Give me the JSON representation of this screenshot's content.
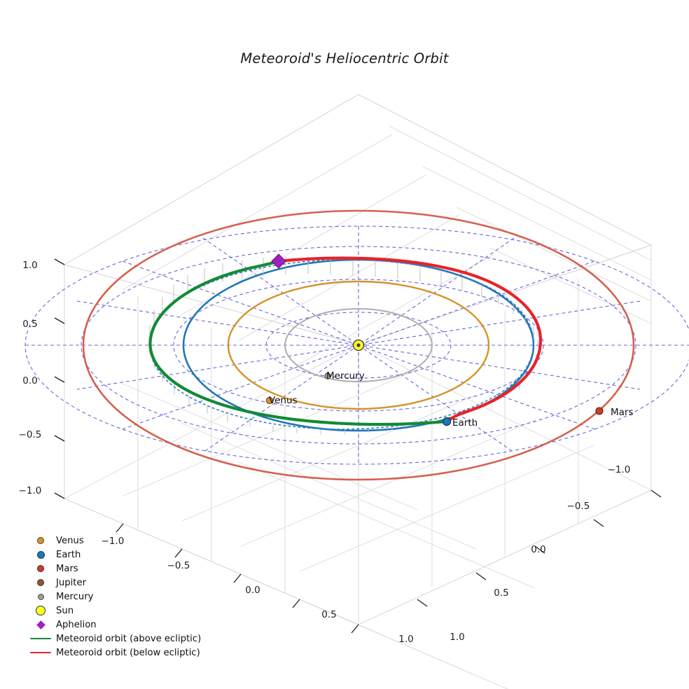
{
  "figure": {
    "title": "Meteoroid's Heliocentric Orbit",
    "background": "#ffffff",
    "projection": "3d"
  },
  "axes": {
    "x_ticks": [
      "−1.0",
      "−0.5",
      "0.0",
      "0.5",
      "1.0"
    ],
    "y_ticks": [
      "1.0",
      "0.5",
      "0.0",
      "−0.5",
      "−1.0"
    ],
    "z_ticks": [
      "1.0",
      "0.5",
      "0.0",
      "−0.5",
      "−1.0"
    ],
    "pane_color": "#ffffff",
    "grid_color": "#cccccc",
    "tick_color": "#1f1f1f"
  },
  "annotations": {
    "mercury": "Mercury",
    "venus": "Venus",
    "earth": "Earth",
    "mars": "Mars"
  },
  "legend": {
    "items": [
      {
        "label": "Venus",
        "kind": "dot",
        "color": "#d4932a",
        "size": 7
      },
      {
        "label": "Earth",
        "kind": "dot",
        "color": "#1f77b4",
        "size": 8
      },
      {
        "label": "Mars",
        "kind": "dot",
        "color": "#c8402a",
        "size": 7
      },
      {
        "label": "Jupiter",
        "kind": "dot",
        "color": "#8b5a38",
        "size": 7
      },
      {
        "label": "Mercury",
        "kind": "dot",
        "color": "#9e9e9e",
        "size": 6
      },
      {
        "label": "Sun",
        "kind": "sun",
        "color": "#ffff1a",
        "size": 11
      },
      {
        "label": "Aphelion",
        "kind": "diamond",
        "color": "#a020c0",
        "size": 9
      },
      {
        "label": "Meteoroid orbit (above ecliptic)",
        "kind": "line",
        "color": "#138a36",
        "size": 3
      },
      {
        "label": "Meteoroid orbit (below ecliptic)",
        "kind": "line",
        "color": "#e8232a",
        "size": 3
      }
    ]
  },
  "chart_data": {
    "type": "line",
    "title": "Meteoroid's Heliocentric Orbit",
    "xlabel": "",
    "ylabel": "",
    "zlabel": "",
    "xlim": [
      -1.3,
      1.3
    ],
    "ylim": [
      -1.3,
      1.3
    ],
    "zlim": [
      -1.3,
      1.3
    ],
    "grid": true,
    "legend_position": "lower left",
    "units": "AU",
    "colors": {
      "mercury_orbit": "#b0aeae",
      "venus_orbit": "#d4932a",
      "earth_orbit": "#1f77b4",
      "mars_orbit": "#d6604d",
      "meteoroid_above": "#138a36",
      "meteoroid_below": "#e8232a",
      "polar_grid": "#5a5ad8",
      "stems": "#b9b9b9",
      "sun": "#ffff1a",
      "aphelion": "#a020c0"
    },
    "series": [
      {
        "name": "Mercury orbit",
        "semi_major_axis_au": 0.387,
        "eccentricity": 0.0,
        "style": "solid"
      },
      {
        "name": "Venus orbit",
        "semi_major_axis_au": 0.723,
        "eccentricity": 0.0,
        "style": "solid"
      },
      {
        "name": "Earth orbit",
        "semi_major_axis_au": 1.0,
        "eccentricity": 0.0,
        "style": "solid"
      },
      {
        "name": "Mars orbit",
        "semi_major_axis_au": 1.524,
        "eccentricity": 0.0,
        "style": "solid"
      },
      {
        "name": "Meteoroid orbit",
        "semi_major_axis_au": 1.03,
        "eccentricity": 0.08,
        "inclination_deg": 6.0,
        "split": [
          "above ecliptic (green)",
          "below ecliptic (red)"
        ]
      }
    ],
    "markers": [
      {
        "name": "Sun",
        "x": 0.0,
        "y": 0.0,
        "z": 0.0,
        "color": "#ffff1a"
      },
      {
        "name": "Mercury",
        "x": -0.1,
        "y": -0.33,
        "z": 0.0,
        "color": "#9e9e9e"
      },
      {
        "name": "Venus",
        "x": -0.57,
        "y": -0.42,
        "z": 0.0,
        "color": "#d4932a"
      },
      {
        "name": "Earth",
        "x": 0.62,
        "y": -0.78,
        "z": 0.0,
        "color": "#1f77b4"
      },
      {
        "name": "Mars",
        "x": 1.46,
        "y": 0.4,
        "z": 0.0,
        "color": "#c8402a"
      },
      {
        "name": "Aphelion",
        "x": -0.14,
        "y": 1.06,
        "z": 0.12,
        "color": "#a020c0"
      }
    ]
  }
}
